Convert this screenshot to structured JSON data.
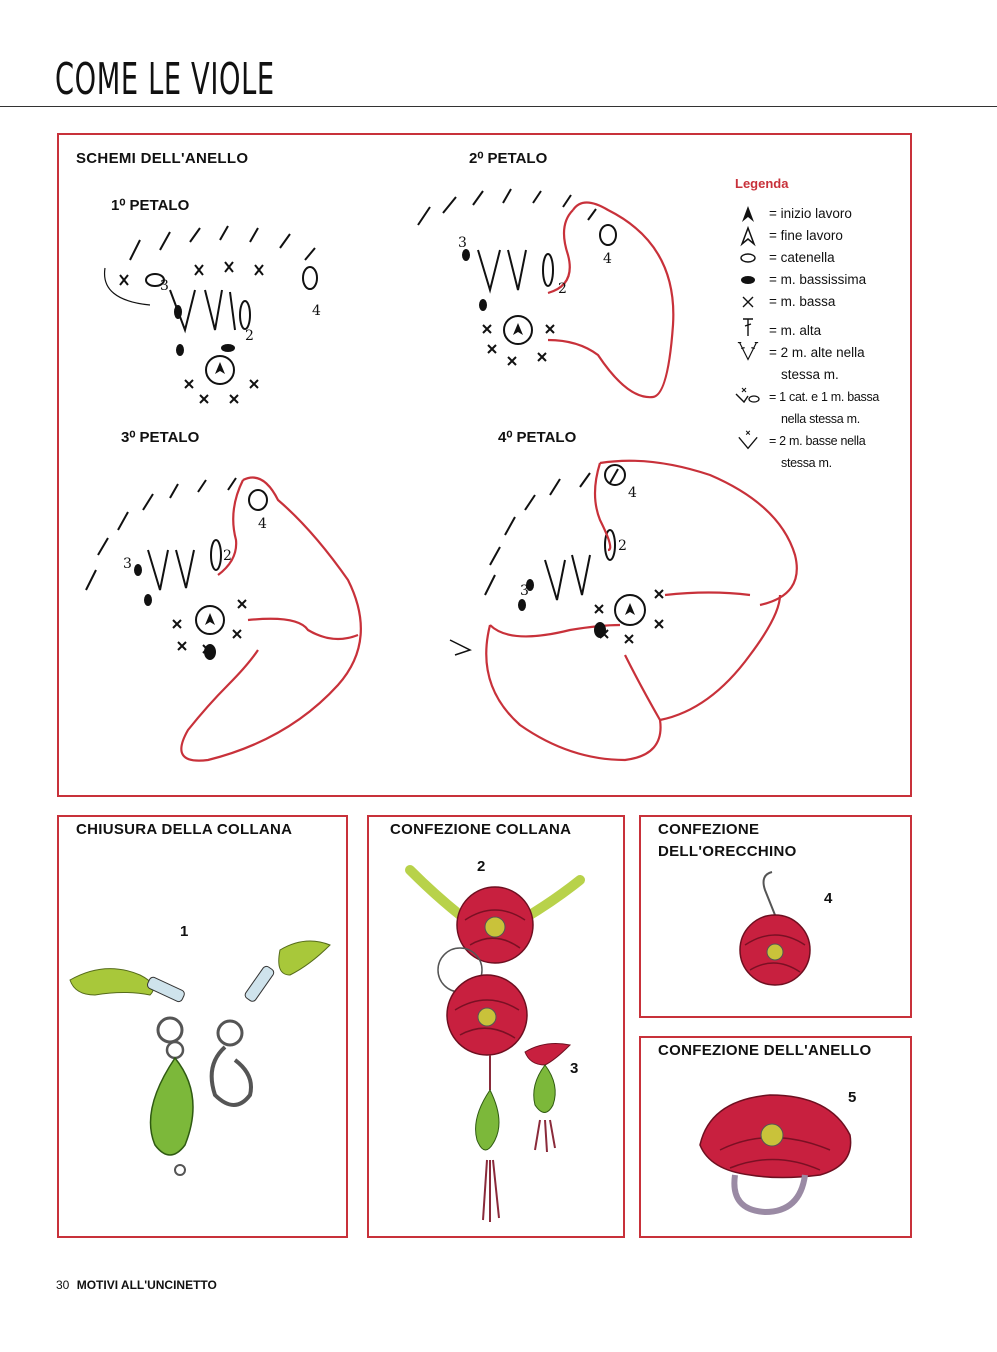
{
  "page": {
    "title": "COME LE VIOLE",
    "page_number": "30",
    "magazine": "MOTIVI ALL'UNCINETTO"
  },
  "schemes": {
    "heading": "SCHEMI DELL'ANELLO",
    "petal1": "1⁰ PETALO",
    "petal2": "2⁰ PETALO",
    "petal3": "3⁰ PETALO",
    "petal4": "4⁰ PETALO",
    "numbers": {
      "n2": "2",
      "n3": "3",
      "n4": "4"
    }
  },
  "legend": {
    "title": "Legenda",
    "items": [
      {
        "icon": "filled-arrow-icon",
        "text": "= inizio lavoro"
      },
      {
        "icon": "outline-arrow-icon",
        "text": "= fine lavoro"
      },
      {
        "icon": "chain-oval-icon",
        "text": "= catenella"
      },
      {
        "icon": "slip-stitch-icon",
        "text": "= m. bassissima"
      },
      {
        "icon": "cross-icon",
        "text": "= m. bassa"
      },
      {
        "icon": "tall-stitch-icon",
        "text": "= m. alta"
      },
      {
        "icon": "double-tall-icon",
        "text": "= 2 m. alte nella",
        "text2": "stessa m."
      },
      {
        "icon": "chain-and-single-icon",
        "text": "= 1 cat. e 1 m. bassa",
        "text2": "nella stessa m."
      },
      {
        "icon": "double-single-icon",
        "text": "= 2 m. basse nella",
        "text2": "stessa m."
      }
    ]
  },
  "panels": {
    "closure": {
      "heading": "CHIUSURA DELLA COLLANA",
      "num": "1"
    },
    "necklace": {
      "heading": "CONFEZIONE COLLANA",
      "num2": "2",
      "num3": "3"
    },
    "earring": {
      "heading_line1": "CONFEZIONE",
      "heading_line2": "DELL'ORECCHINO",
      "num": "4"
    },
    "ring": {
      "heading": "CONFEZIONE DELL'ANELLO",
      "num": "5"
    }
  },
  "colors": {
    "frame": "#c8313a",
    "flower": "#c8203f",
    "bead": "#c9c23a",
    "leaf": "#8cb832"
  }
}
